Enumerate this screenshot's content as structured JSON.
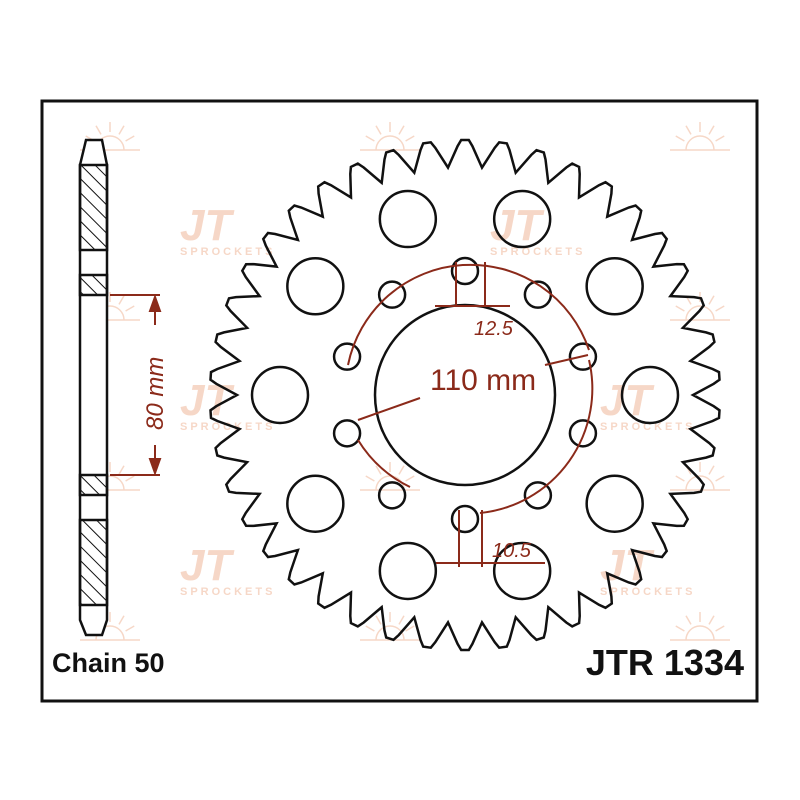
{
  "title": {
    "chain": "Chain 50",
    "part_number": "JTR 1334"
  },
  "dimensions": {
    "bolt_circle": "110 mm",
    "bolt_hole": "10.5",
    "slot_width": "12.5",
    "hub_thickness": "80 mm"
  },
  "watermark": {
    "brand": "JT",
    "text": "SPROCKETS"
  },
  "colors": {
    "outline": "#111111",
    "dimension": "#8b2a1a",
    "watermark": "#f0b89a"
  },
  "sprocket": {
    "teeth": 42,
    "bolt_holes": 10,
    "lightening_holes": 10
  }
}
